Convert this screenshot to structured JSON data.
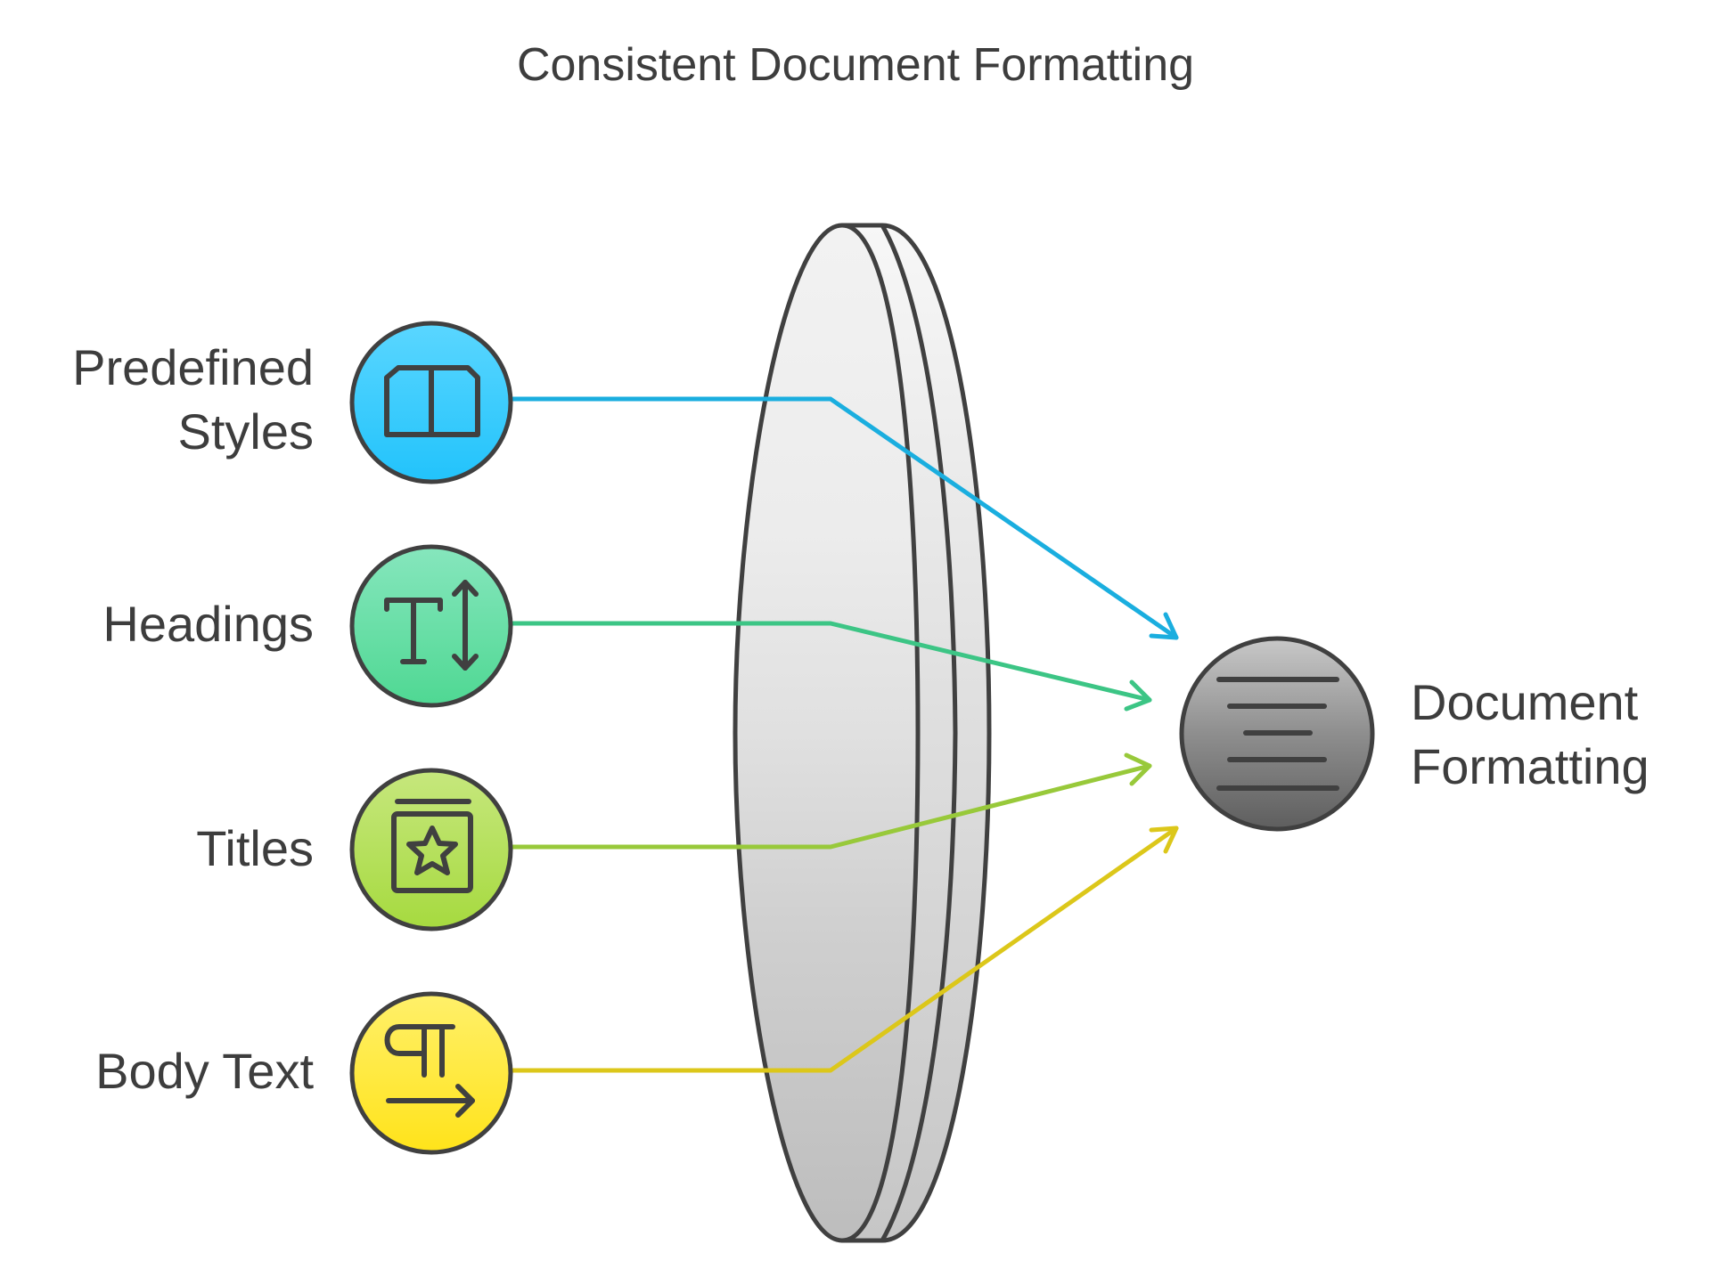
{
  "diagram": {
    "title": "Consistent Document Formatting",
    "inputs": [
      {
        "label_lines": [
          "Predefined",
          "Styles"
        ],
        "icon": "book-open-icon",
        "color": "#2ECBFF",
        "line_color": "#1AAEDF"
      },
      {
        "label_lines": [
          "Headings"
        ],
        "icon": "text-height-icon",
        "color": "#5EDBA0",
        "line_color": "#3CC585"
      },
      {
        "label_lines": [
          "Titles"
        ],
        "icon": "star-card-icon",
        "color": "#B5E055",
        "line_color": "#98C93A"
      },
      {
        "label_lines": [
          "Body Text"
        ],
        "icon": "paragraph-icon",
        "color": "#FFEA2E",
        "line_color": "#DCC71A"
      }
    ],
    "output": {
      "label_lines": [
        "Document",
        "Formatting"
      ],
      "icon": "align-center-icon",
      "color": "#8C8C8C"
    }
  }
}
